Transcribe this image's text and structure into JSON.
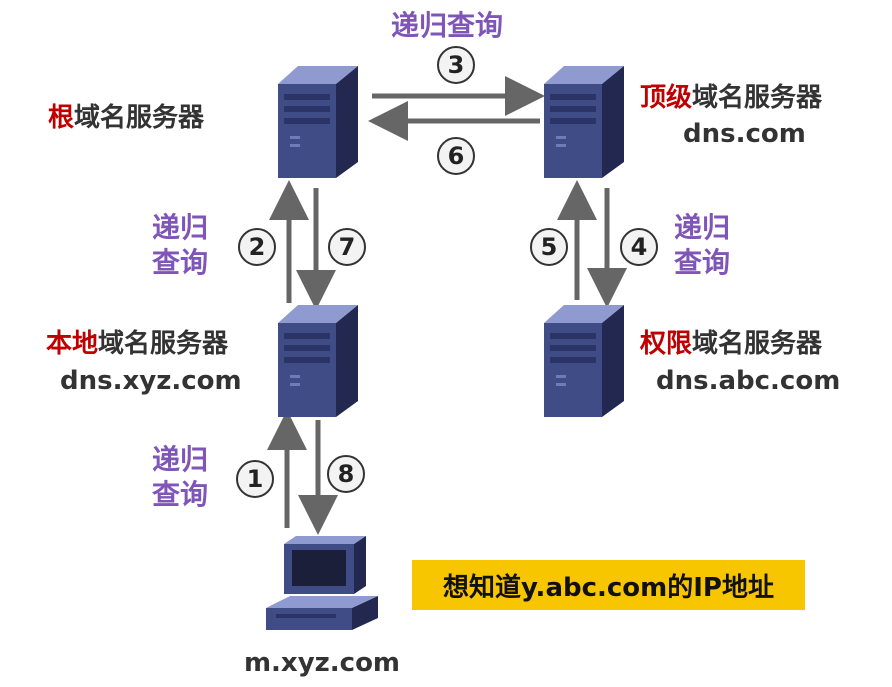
{
  "root": {
    "hl": "根",
    "rest": "域名服务器"
  },
  "tld": {
    "hl": "顶级",
    "rest": "域名服务器",
    "domain": "dns.com"
  },
  "local": {
    "hl": "本地",
    "rest": "域名服务器",
    "domain": "dns.xyz.com"
  },
  "auth": {
    "hl": "权限",
    "rest": "域名服务器",
    "domain": "dns.abc.com"
  },
  "client": {
    "domain": "m.xyz.com"
  },
  "query_labels": {
    "top": "递归查询",
    "left_mid_1": "递归",
    "left_mid_2": "查询",
    "right_mid_1": "递归",
    "right_mid_2": "查询",
    "left_bot_1": "递归",
    "left_bot_2": "查询"
  },
  "steps": {
    "s1": "1",
    "s2": "2",
    "s3": "3",
    "s4": "4",
    "s5": "5",
    "s6": "6",
    "s7": "7",
    "s8": "8"
  },
  "note": "想知道y.abc.com的IP地址",
  "colors": {
    "highlight": "#c00000",
    "query": "#7f56b8",
    "note_bg": "#f7c600",
    "arrow": "#666666"
  }
}
